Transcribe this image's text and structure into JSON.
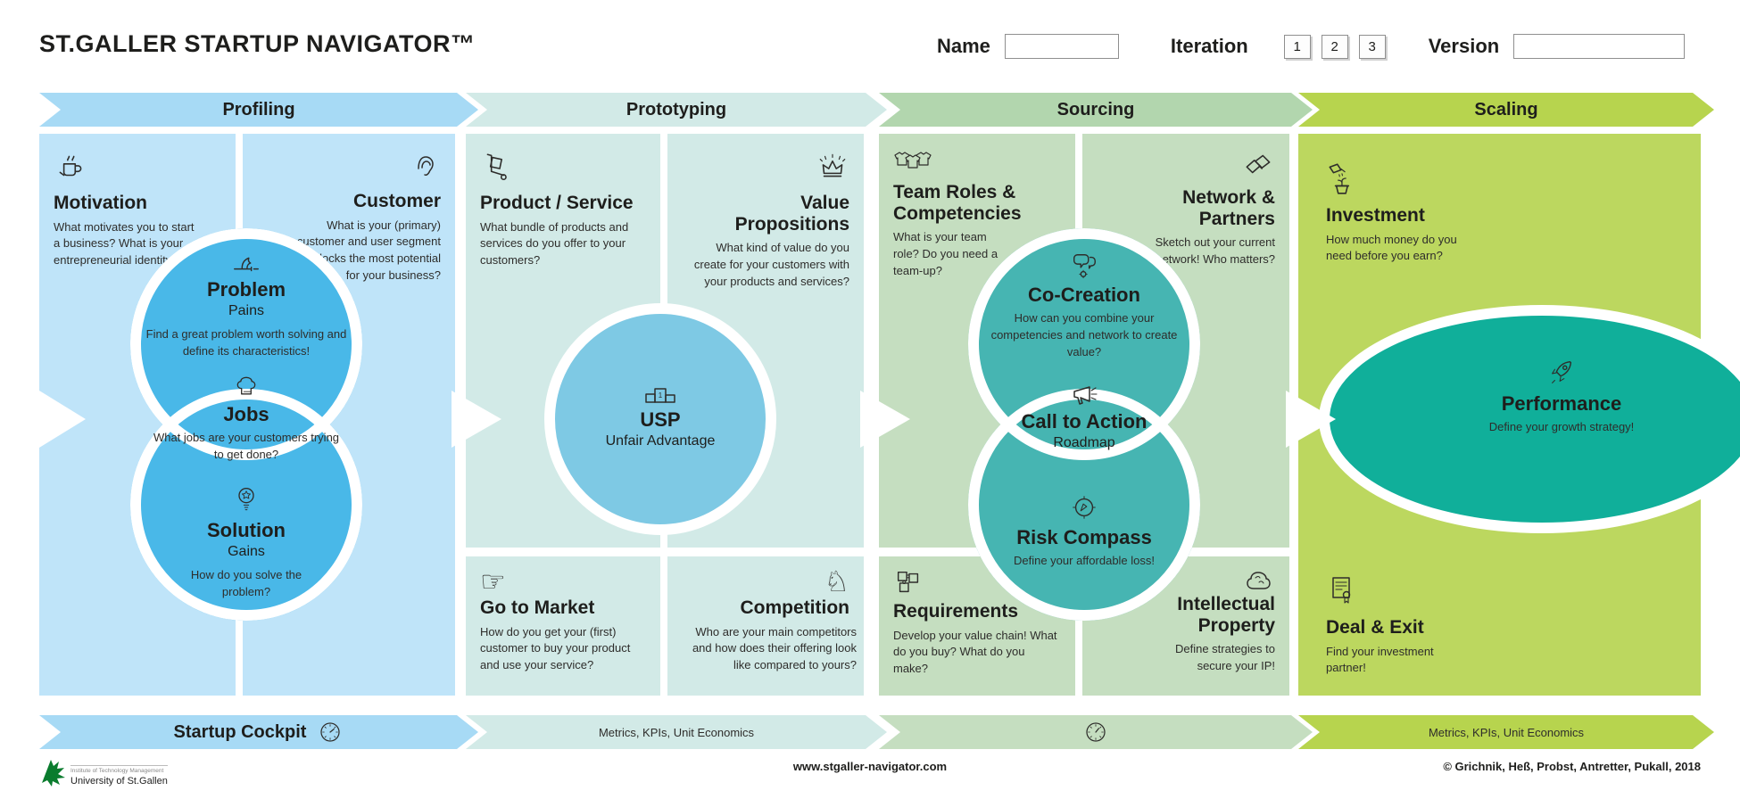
{
  "header": {
    "title": "ST.GALLER STARTUP NAVIGATOR™",
    "name_label": "Name",
    "iteration_label": "Iteration",
    "iteration_options": [
      "1",
      "2",
      "3"
    ],
    "version_label": "Version"
  },
  "phases": [
    {
      "label": "Profiling"
    },
    {
      "label": "Prototyping"
    },
    {
      "label": "Sourcing"
    },
    {
      "label": "Scaling"
    }
  ],
  "cells": {
    "motivation": {
      "title": "Motivation",
      "desc": "What motivates you to start a business? What is your entrepreneurial identity?",
      "icon": "coffee-cup-icon"
    },
    "customer": {
      "title": "Customer",
      "desc": "What is your (primary) customer and user segment that unlocks the most potential for your business?",
      "icon": "ear-icon"
    },
    "product_service": {
      "title": "Product / Service",
      "desc": "What bundle of products and services do you offer to your customers?",
      "icon": "hand-truck-icon"
    },
    "value_propositions": {
      "title": "Value Propositions",
      "desc": "What kind of value do you create for your customers with your products and services?",
      "icon": "crown-icon"
    },
    "go_to_market": {
      "title": "Go to Market",
      "desc": "How do you get your (first) customer to buy your product and use your service?",
      "icon": "pointing-hand-icon"
    },
    "competition": {
      "title": "Competition",
      "desc": "Who are your main competitors and how does their offering look like compared to yours?",
      "icon": "chess-knight-icon"
    },
    "team_roles": {
      "title": "Team Roles & Competencies",
      "desc": "What is your team role? Do you need a team-up?",
      "icon": "tshirts-icon"
    },
    "network_partners": {
      "title": "Network & Partners",
      "desc": "Sketch out your current network! Who matters?",
      "icon": "handshake-icon"
    },
    "requirements": {
      "title": "Requirements",
      "desc": "Develop your value chain! What do you buy? What do you make?",
      "icon": "puzzle-icon"
    },
    "intellectual_property": {
      "title": "Intellectual Property",
      "desc": "Define strategies to secure your IP!",
      "icon": "brain-icon"
    },
    "investment": {
      "title": "Investment",
      "desc": "How much money do you need before you earn?",
      "icon": "watering-plant-icon"
    },
    "deal_exit": {
      "title": "Deal & Exit",
      "desc": "Find your investment partner!",
      "icon": "certificate-icon"
    }
  },
  "circles": {
    "problem": {
      "title": "Problem",
      "subtitle": "Pains",
      "desc": "Find a great problem worth solving and define its characteristics!",
      "icon": "dragon-sword-icon"
    },
    "jobs": {
      "title": "Jobs",
      "desc": "What jobs are your customers trying to get done?",
      "icon": "chef-hat-icon"
    },
    "solution": {
      "title": "Solution",
      "subtitle": "Gains",
      "desc": "How do you solve the problem?",
      "icon": "lightbulb-star-icon"
    },
    "usp": {
      "title": "USP",
      "subtitle": "Unfair Advantage",
      "icon": "podium-icon"
    },
    "co_creation": {
      "title": "Co-Creation",
      "desc": "How can you combine your competencies and network to create value?",
      "icon": "bubbles-gear-icon"
    },
    "call_to_action": {
      "title": "Call to Action",
      "subtitle": "Roadmap",
      "icon": "megaphone-icon"
    },
    "risk_compass": {
      "title": "Risk Compass",
      "desc": "Define your affordable loss!",
      "icon": "compass-icon"
    },
    "performance": {
      "title": "Performance",
      "desc": "Define your growth strategy!",
      "icon": "rocket-icon"
    }
  },
  "bottom": {
    "startup_cockpit": "Startup Cockpit",
    "metrics": "Metrics, KPIs, Unit Economics",
    "gauge_icon": "gauge-icon"
  },
  "footer": {
    "institute": "Institute of Technology Management",
    "university": "University of St.Gallen",
    "website": "www.stgaller-navigator.com",
    "copyright": "© Grichnik, Heß, Probst, Antretter, Pukall, 2018"
  },
  "colors": {
    "prof_banner": "#a7daf5",
    "prof_cell": "#bfe4f9",
    "blue_circle": "#49b8e8",
    "proto": "#d2eae7",
    "usp": "#7ec9e4",
    "sourcing_banner": "#b2d6ae",
    "sourcing_cell": "#c5dec0",
    "teal_circle": "#46b5b2",
    "scaling": "#bcd75f",
    "scaling_banner": "#b7d44e",
    "performance": "#10af9a",
    "ink": "#1e1e1c",
    "text": "#2e2d2b",
    "border_gray": "#8f8f8f",
    "logo_green": "#0a7c2e"
  }
}
